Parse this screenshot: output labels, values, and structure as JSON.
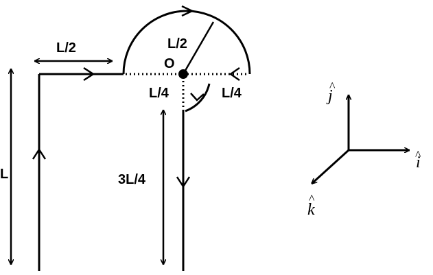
{
  "labels": {
    "half_length": "L/2",
    "radius": "L/2",
    "origin": "O",
    "quarter_left": "L/4",
    "quarter_right": "L/4",
    "full_length": "L",
    "three_quarter_length": "3L/4"
  },
  "axes": {
    "i": "i",
    "j": "j",
    "k": "k",
    "hat": "^"
  }
}
